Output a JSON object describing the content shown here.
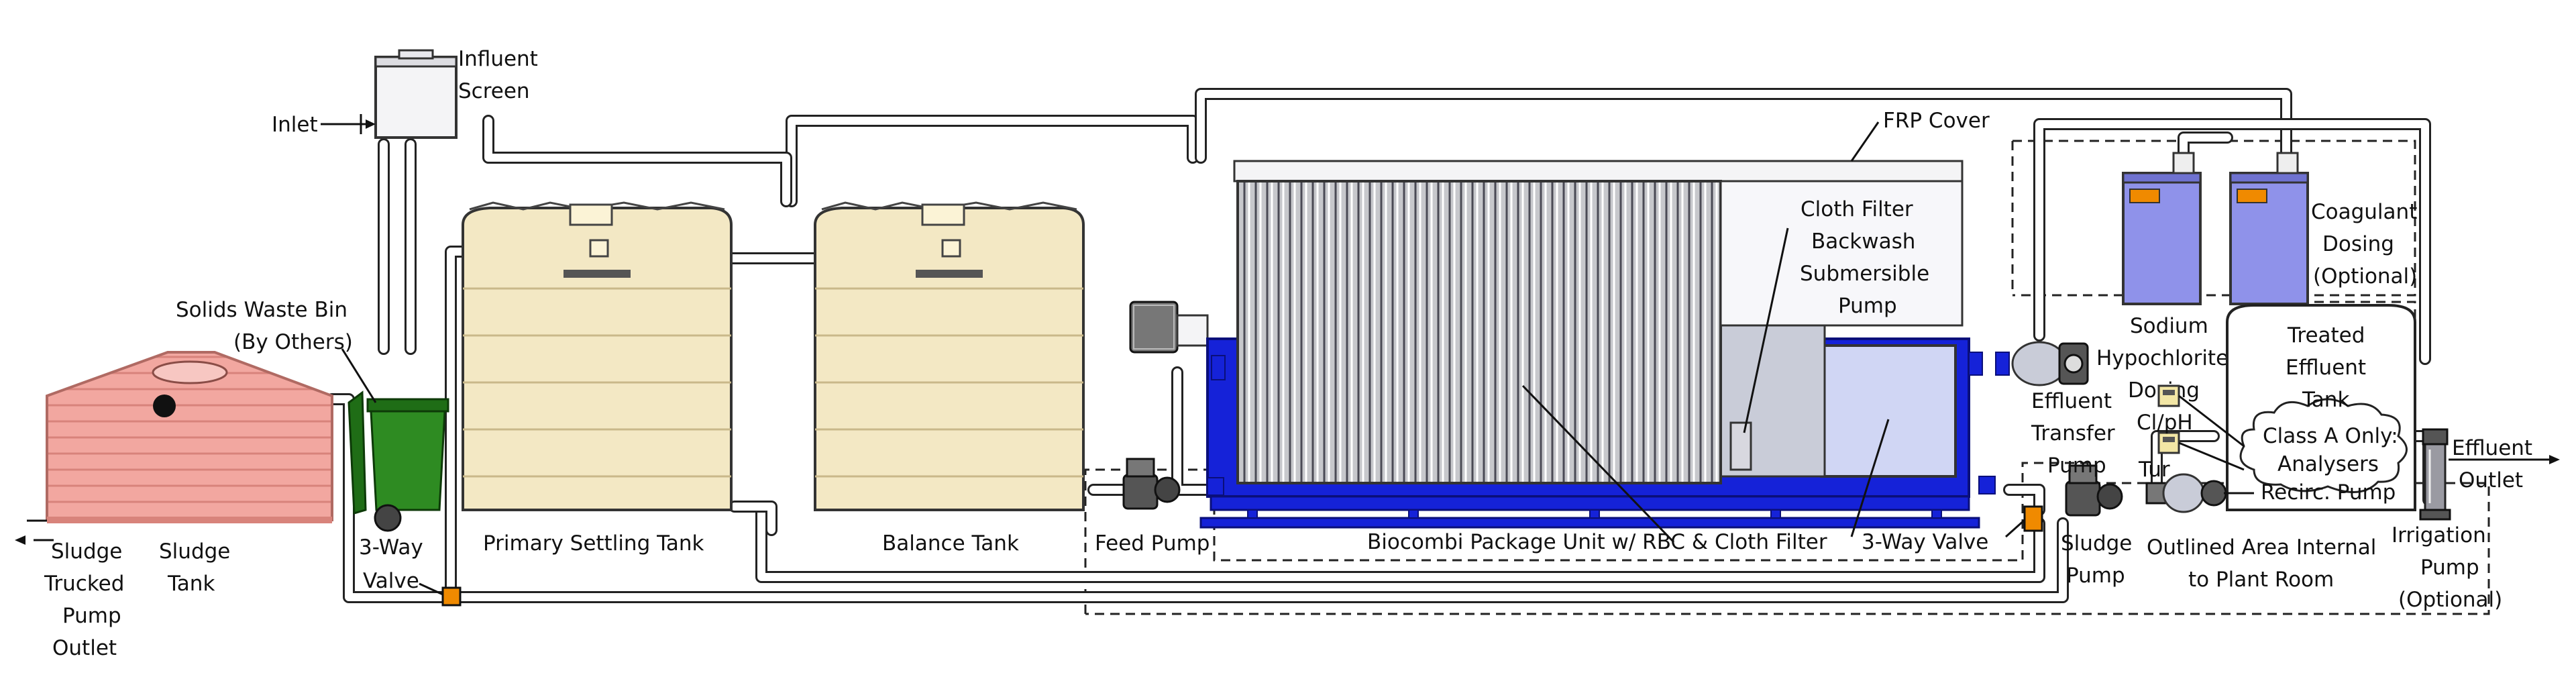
{
  "colors": {
    "tank_fill": "#f3e8c4",
    "tank_band": "#e6d6a8",
    "sludge_tank": "#f2a7a0",
    "bin_green": "#2e8b22",
    "unit_blue": "#1522d8",
    "cover_grey": "#c7c8cc",
    "chem_blue": "#8f92ea",
    "valve_orange": "#f08a00",
    "pump_grey": "#555555"
  },
  "icons": [
    "inlet-arrow-icon",
    "outlet-arrow-icon",
    "pump-icon",
    "valve-icon",
    "analyser-icon",
    "fan-blower-icon"
  ],
  "labels": {
    "inlet": "Inlet",
    "influent_screen_1": "Influent",
    "influent_screen_2": "Screen",
    "solids_bin_1": "Solids Waste Bin",
    "solids_bin_2": "(By Others)",
    "sludge_trucked_1": "Sludge",
    "sludge_trucked_2": "Trucked",
    "sludge_trucked_3": "Pump",
    "sludge_trucked_4": "Outlet",
    "sludge_tank_1": "Sludge",
    "sludge_tank_2": "Tank",
    "three_way_valve_left_1": "3-Way",
    "three_way_valve_left_2": "Valve",
    "primary_settling_tank": "Primary Settling Tank",
    "balance_tank": "Balance Tank",
    "feed_pump": "Feed Pump",
    "biocombi_unit": "Biocombi Package Unit w/ RBC & Cloth Filter",
    "frp_cover": "FRP Cover",
    "cloth_filter_1": "Cloth Filter",
    "cloth_filter_2": "Backwash",
    "cloth_filter_3": "Submersible",
    "cloth_filter_4": "Pump",
    "three_way_valve_right": "3-Way Valve",
    "sludge_pump_1": "Sludge",
    "sludge_pump_2": "Pump",
    "effluent_transfer_1": "Effluent",
    "effluent_transfer_2": "Transfer",
    "effluent_transfer_3": "Pump",
    "sodium_1": "Sodium",
    "sodium_2": "Hypochlorite",
    "sodium_3": "Dosing",
    "coagulant_1": "Coagulant",
    "coagulant_2": "Dosing",
    "coagulant_3": "(Optional)",
    "treated_1": "Treated",
    "treated_2": "Effluent",
    "treated_3": "Tank",
    "class_a_1": "Class A Only:",
    "class_a_2": "Analysers",
    "class_a_3": "Recirc. Pump",
    "cl_ph": "Cl/pH",
    "tur": "Tur",
    "outlined_1": "Outlined Area Internal",
    "outlined_2": "to Plant Room",
    "irrigation_1": "Irrigation",
    "irrigation_2": "Pump",
    "irrigation_3": "(Optional)",
    "effluent_outlet_1": "Effluent",
    "effluent_outlet_2": "Outlet"
  }
}
